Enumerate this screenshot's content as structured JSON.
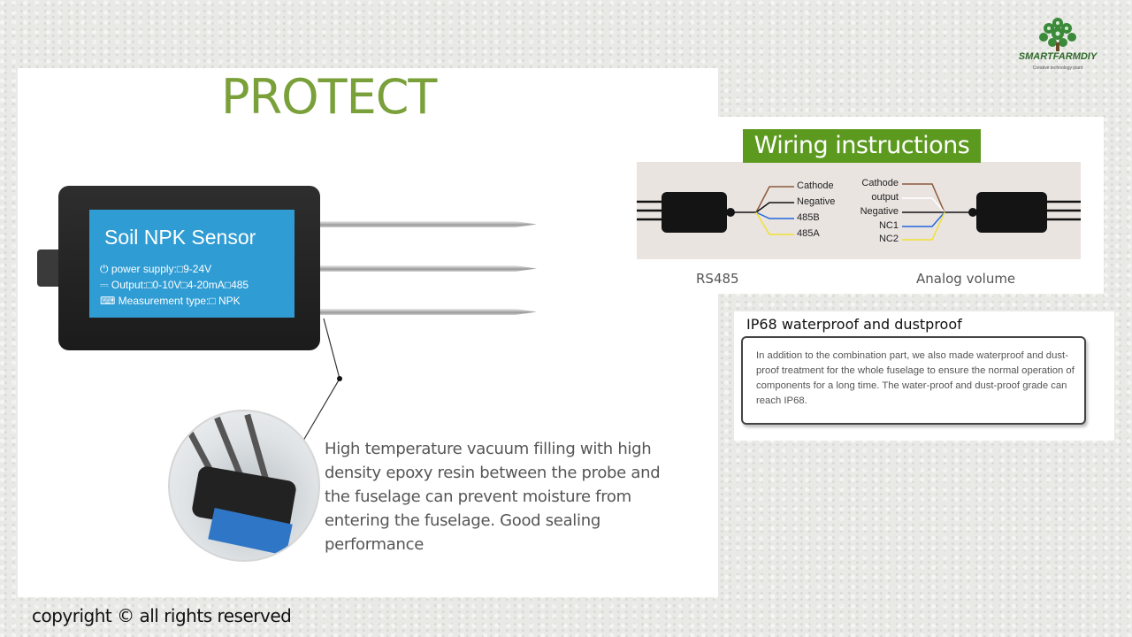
{
  "title": "PROTECT",
  "logo": {
    "name": "SMARTFARMDIY",
    "tagline": "Creative technology plant"
  },
  "sensor": {
    "name": "Soil NPK Sensor",
    "power": "power supply:□9-24V",
    "output": "Output:□0-10V□4-20mA□485",
    "measurement": "Measurement type:□ NPK"
  },
  "callout": "High temperature vacuum filling with high density epoxy resin between the probe and the fuselage can prevent moisture from entering the fuselage. Good sealing performance",
  "wiring": {
    "title": "Wiring instructions",
    "rs485": {
      "caption": "RS485",
      "labels": [
        "Cathode",
        "Negative",
        "485B",
        "485A"
      ]
    },
    "analog": {
      "caption": "Analog volume",
      "labels": [
        "Cathode",
        "output",
        "Negative",
        "NC1",
        "NC2"
      ]
    },
    "colors": {
      "brown": "#8b5a3c",
      "black": "#111111",
      "blue": "#2266dd",
      "yellow": "#f0e030",
      "white": "#ffffff"
    }
  },
  "ip68": {
    "title": "IP68 waterproof and dustproof",
    "description": "In addition to the combination part, we also made waterproof and dust-proof treatment for the whole fuselage to ensure the normal operation of components for a long time. The water-proof and dust-proof grade can reach IP68."
  },
  "footer": {
    "copyright": "copyright © all rights reserved"
  },
  "colors": {
    "accent_green": "#7aa03a",
    "header_green": "#5c9a1f",
    "label_blue": "#2f9cd4"
  }
}
